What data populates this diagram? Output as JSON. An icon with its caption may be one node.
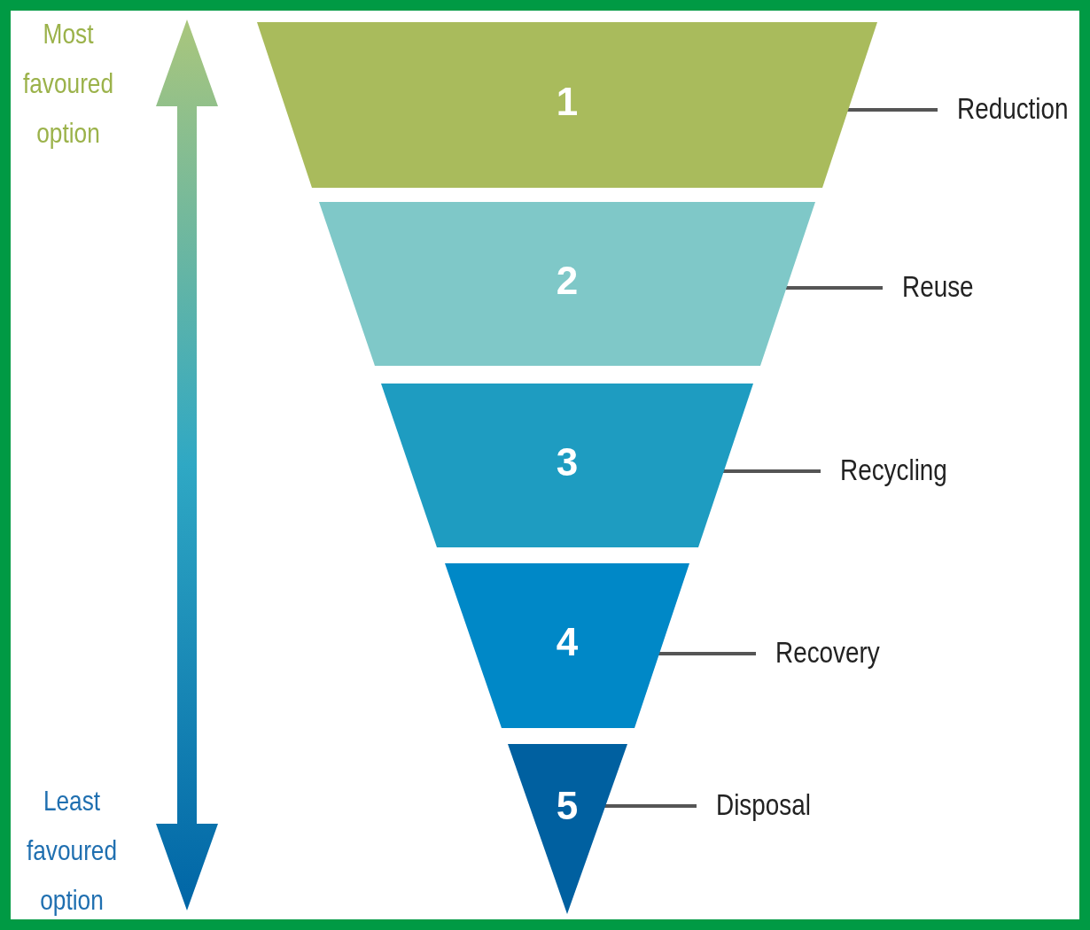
{
  "diagram": {
    "nodes": [
      {
        "text": [
          "1"
        ]
      },
      {
        "text": [
          "2"
        ]
      },
      {
        "text": [
          "3"
        ]
      },
      {
        "text": [
          "4"
        ]
      },
      {
        "text": [
          "5"
        ]
      },
      {
        "text": [
          "Reduction"
        ]
      },
      {
        "text": [
          "Reuse"
        ]
      },
      {
        "text": [
          "Recycling"
        ]
      },
      {
        "text": [
          "Recovery"
        ]
      },
      {
        "text": [
          "Disposal"
        ]
      }
    ],
    "edges": [
      {
        "from": 5,
        "to": 0,
        "arrow": "none"
      },
      {
        "from": 6,
        "to": 1,
        "arrow": "none"
      },
      {
        "from": 7,
        "to": 2,
        "arrow": "none"
      },
      {
        "from": 8,
        "to": 3,
        "arrow": "none"
      },
      {
        "from": 9,
        "to": 4,
        "arrow": "none"
      }
    ],
    "labels": [
      "Most favoured option",
      "Least favoured option"
    ]
  }
}
